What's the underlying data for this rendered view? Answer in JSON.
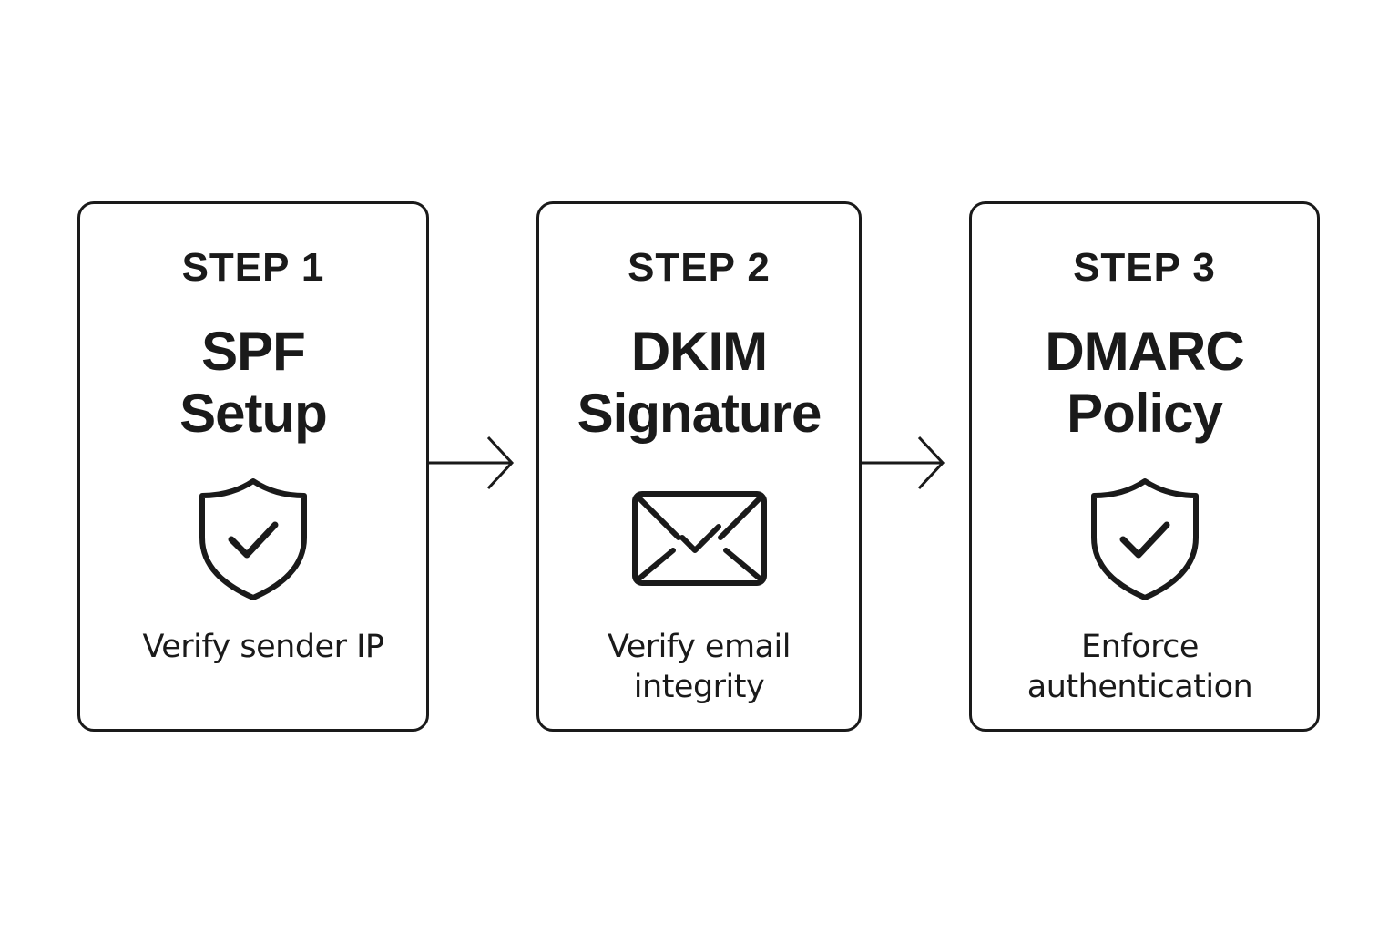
{
  "steps": [
    {
      "label": "STEP 1",
      "title_line1": "SPF",
      "title_line2": "Setup",
      "icon": "shield-check-icon",
      "desc_line1": "Verify sender IP",
      "desc_line2": ""
    },
    {
      "label": "STEP 2",
      "title_line1": "DKIM",
      "title_line2": "Signature",
      "icon": "envelope-check-icon",
      "desc_line1": "Verify email",
      "desc_line2": "integrity"
    },
    {
      "label": "STEP 3",
      "title_line1": "DMARC",
      "title_line2": "Policy",
      "icon": "shield-check-icon",
      "desc_line1": "Enforce",
      "desc_line2": "authentication"
    }
  ],
  "colors": {
    "stroke": "#1a1a1a",
    "background": "#ffffff"
  }
}
